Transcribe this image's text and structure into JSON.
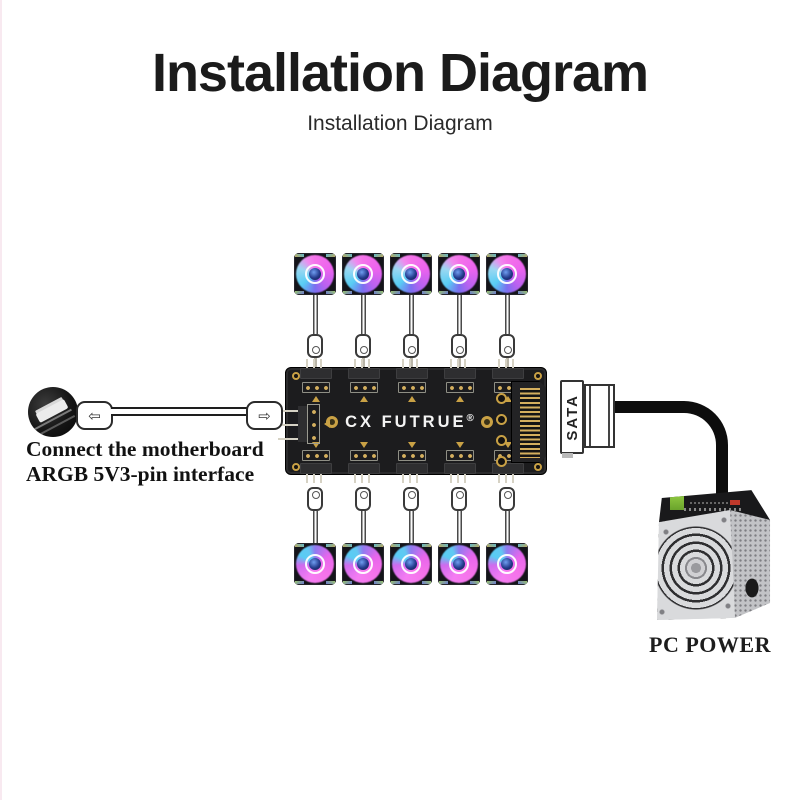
{
  "page": {
    "title": "Installation Diagram",
    "subtitle": "Installation Diagram"
  },
  "hub": {
    "brand": "CX FUTRUE",
    "reg_mark": "®",
    "top_port_count": 5,
    "bottom_port_count": 5
  },
  "sata": {
    "label": "SATA"
  },
  "argb_cable": {
    "left_arrow_glyph": "⇦",
    "right_arrow_glyph": "⇨",
    "note_line1": "Connect the motherboard",
    "note_line2": "ARGB 5V3-pin interface"
  },
  "psu": {
    "caption": "PC POWER"
  },
  "fans": {
    "top_count": 5,
    "bottom_count": 5
  },
  "colors": {
    "background": "#ffffff",
    "title_text": "#1b1b1b",
    "pcb_black": "#1c1c1e",
    "gold": "#c9a145",
    "fan_pink": "#f573ea",
    "fan_blue": "#58cdf4",
    "cable_black": "#0d0d0d"
  }
}
